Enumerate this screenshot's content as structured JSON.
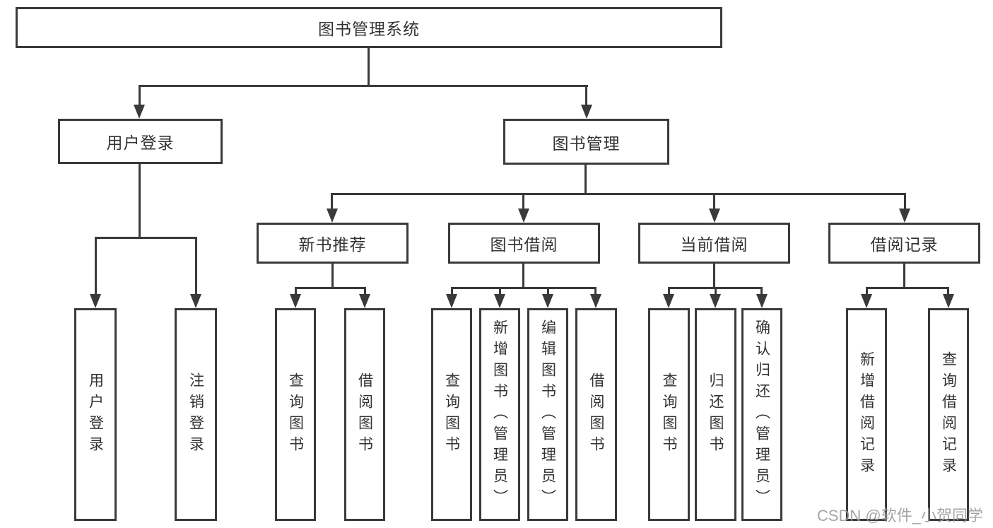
{
  "diagram_title": "图书管理系统",
  "nodes": {
    "root": "图书管理系统",
    "user_login_branch": "用户登录",
    "book_mgmt_branch": "图书管理",
    "new_book_rec": "新书推荐",
    "book_borrow": "图书借阅",
    "current_borrow": "当前借阅",
    "borrow_records": "借阅记录",
    "leaf_user_login": "用户登录",
    "leaf_logout": "注销登录",
    "leaf_rec_search_book": "查询图书",
    "leaf_rec_borrow_book": "借阅图书",
    "leaf_bb_search_book": "查询图书",
    "leaf_bb_add_book": "新增图书（管理员）",
    "leaf_bb_edit_book": "编辑图书（管理员）",
    "leaf_bb_borrow_book": "借阅图书",
    "leaf_cb_search_book": "查询图书",
    "leaf_cb_return_book": "归还图书",
    "leaf_cb_confirm_return": "确认归还（管理员）",
    "leaf_br_add_record": "新增借阅记录",
    "leaf_br_search_record": "查询借阅记录"
  },
  "watermark": "CSDN @软件_小贺同学",
  "colors": {
    "line": "#3a3a3a",
    "text": "#333333",
    "watermark": "#9e9e9e",
    "background": "#ffffff"
  }
}
